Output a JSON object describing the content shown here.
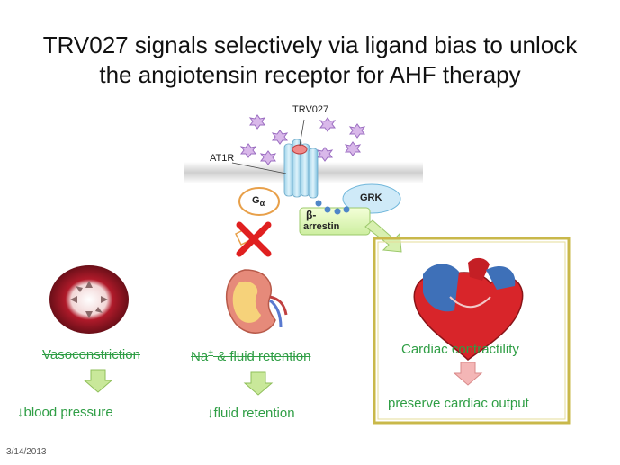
{
  "slide": {
    "title_line1": "TRV027 signals selectively via ligand bias to unlock",
    "title_line2": "the angiotensin receptor for AHF therapy",
    "date": "3/14/2013"
  },
  "receptor": {
    "ligand_label": "TRV027",
    "receptor_label": "AT1R",
    "g_protein_label": "G",
    "g_protein_sub": "α",
    "grk_label": "GRK",
    "arrestin_beta": "β-",
    "arrestin_label": "arrestin"
  },
  "effects": {
    "vasoconstriction": "Vasoconstriction",
    "blood_pressure": "↓blood pressure",
    "na_prefix": "Na",
    "na_sup": "+",
    "na_rest": " & fluid retention",
    "fluid_retention": "↓fluid retention",
    "cardiac_contractility": "Cardiac contractility",
    "cardiac_output": "preserve cardiac output"
  },
  "colors": {
    "green_text": "#2f9e45",
    "box_border": "#c9b84a",
    "down_arrow_green": "#c9e89a",
    "down_arrow_pink": "#f4b6b6",
    "block_x": "#e02020"
  }
}
